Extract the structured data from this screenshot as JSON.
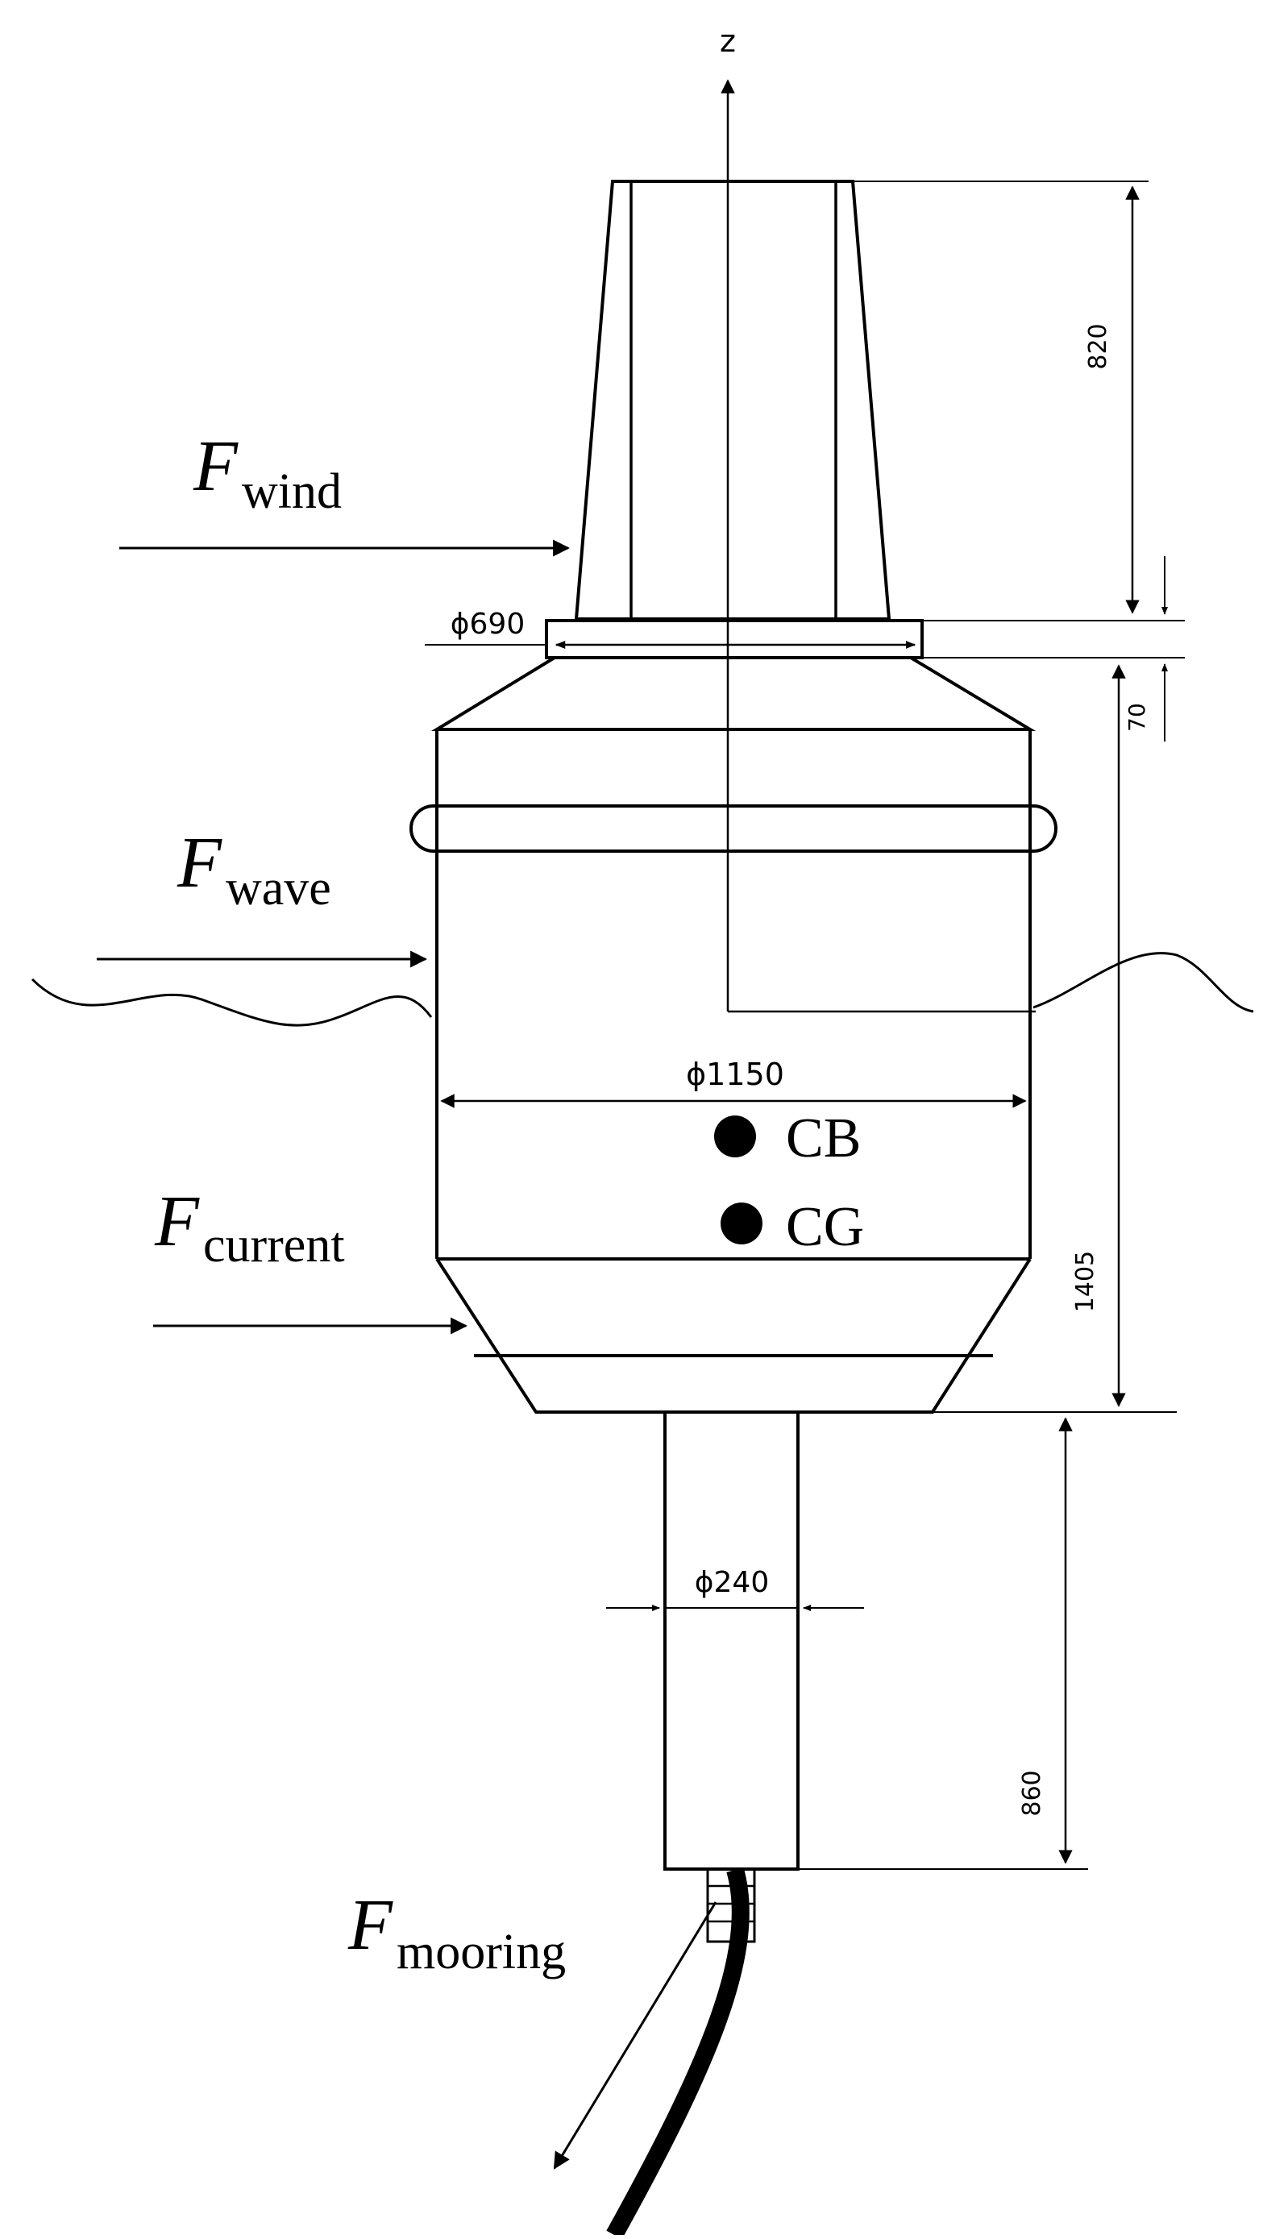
{
  "axis": {
    "label": "z"
  },
  "forces": {
    "wind": {
      "symbol": "F",
      "subscript": "wind"
    },
    "wave": {
      "symbol": "F",
      "subscript": "wave"
    },
    "current": {
      "symbol": "F",
      "subscript": "current"
    },
    "mooring": {
      "symbol": "F",
      "subscript": "mooring"
    }
  },
  "points": {
    "cb": "CB",
    "cg": "CG"
  },
  "dimensions": {
    "tower_height": "820",
    "flange_thickness": "70",
    "hull_height": "1405",
    "tail_height": "860",
    "top_diameter": "ϕ690",
    "hull_diameter": "ϕ1150",
    "tail_diameter": "ϕ240"
  },
  "colors": {
    "line": "#000000",
    "background": "#ffffff"
  }
}
